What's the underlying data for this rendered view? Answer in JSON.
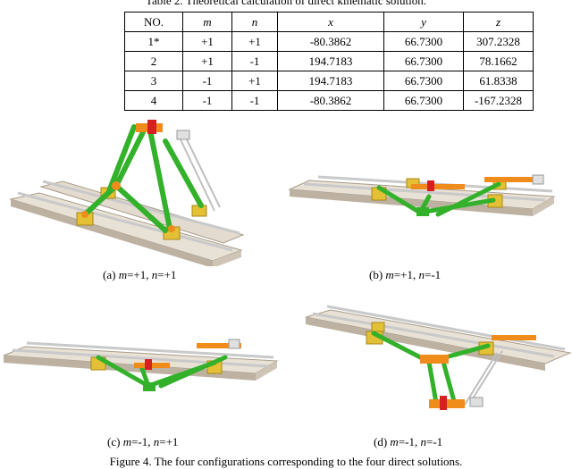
{
  "table_caption": "Table 2. Theoretical calculation of direct kinematic solution.",
  "table": {
    "headers": [
      "NO.",
      "m",
      "n",
      "x",
      "y",
      "z"
    ],
    "rows": [
      [
        "1*",
        "+1",
        "+1",
        "-80.3862",
        "66.7300",
        "307.2328"
      ],
      [
        "2",
        "+1",
        "-1",
        "194.7183",
        "66.7300",
        "78.1662"
      ],
      [
        "3",
        "-1",
        "+1",
        "194.7183",
        "66.7300",
        "61.8338"
      ],
      [
        "4",
        "-1",
        "-1",
        "-80.3862",
        "66.7300",
        "-167.2328"
      ]
    ]
  },
  "subfigures": [
    {
      "label": "(a) ",
      "m": "m",
      "m_val": "=+1, ",
      "n": "n",
      "n_val": "=+1"
    },
    {
      "label": "(b) ",
      "m": "m",
      "m_val": "=+1, ",
      "n": "n",
      "n_val": "=-1"
    },
    {
      "label": "(c) ",
      "m": "m",
      "m_val": "=-1, ",
      "n": "n",
      "n_val": "=+1"
    },
    {
      "label": "(d) ",
      "m": "m",
      "m_val": "=-1, ",
      "n": "n",
      "n_val": "=-1"
    }
  ],
  "figure_caption": "Figure 4. The four configurations corresponding to the four direct solutions.",
  "colors": {
    "rail": "#e8e1d6",
    "rail_dark": "#bdb2a2",
    "rod": "#c9c9c9",
    "green": "#33b12a",
    "green_dark": "#1f7a1a",
    "orange": "#f08c1c",
    "red": "#d62020",
    "yellow": "#e3c034"
  }
}
